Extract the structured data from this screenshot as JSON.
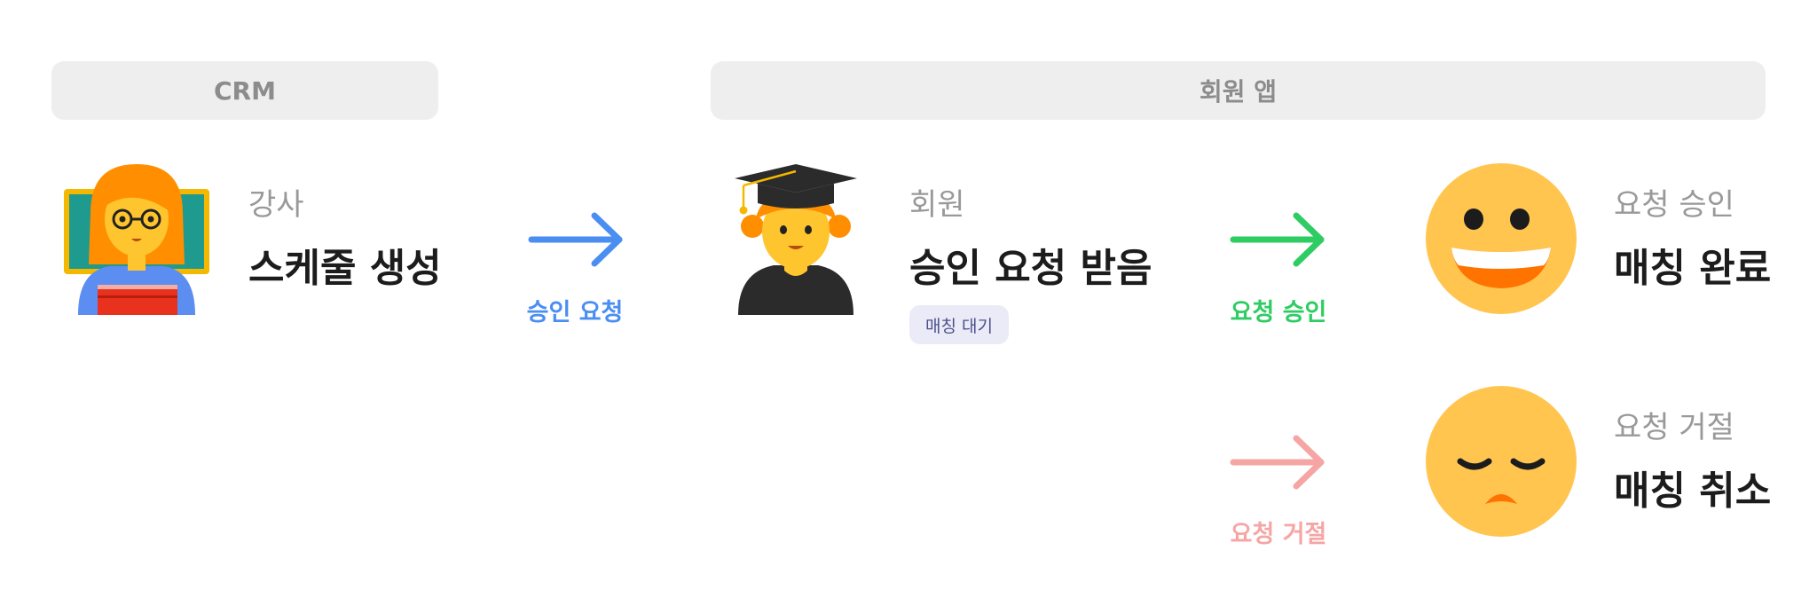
{
  "headers": {
    "crm": "CRM",
    "member_app": "회원 앱"
  },
  "instructor": {
    "role": "강사",
    "action": "스케줄 생성"
  },
  "member": {
    "role": "회원",
    "action": "승인 요청 받음",
    "badge": "매칭 대기"
  },
  "arrows": {
    "request": {
      "label": "승인 요청",
      "color": "#4a8ef2"
    },
    "approve": {
      "label": "요청 승인",
      "color": "#2ecc63"
    },
    "reject": {
      "label": "요청 거절",
      "color": "#f6a5a5"
    }
  },
  "outcomes": {
    "approved": {
      "role": "요청 승인",
      "action": "매칭 완료"
    },
    "rejected": {
      "role": "요청 거절",
      "action": "매칭 취소"
    }
  },
  "icons": {
    "instructor": "teacher-icon",
    "member": "student-graduate-icon",
    "approved": "grinning-face-icon",
    "rejected": "pensive-face-icon"
  }
}
